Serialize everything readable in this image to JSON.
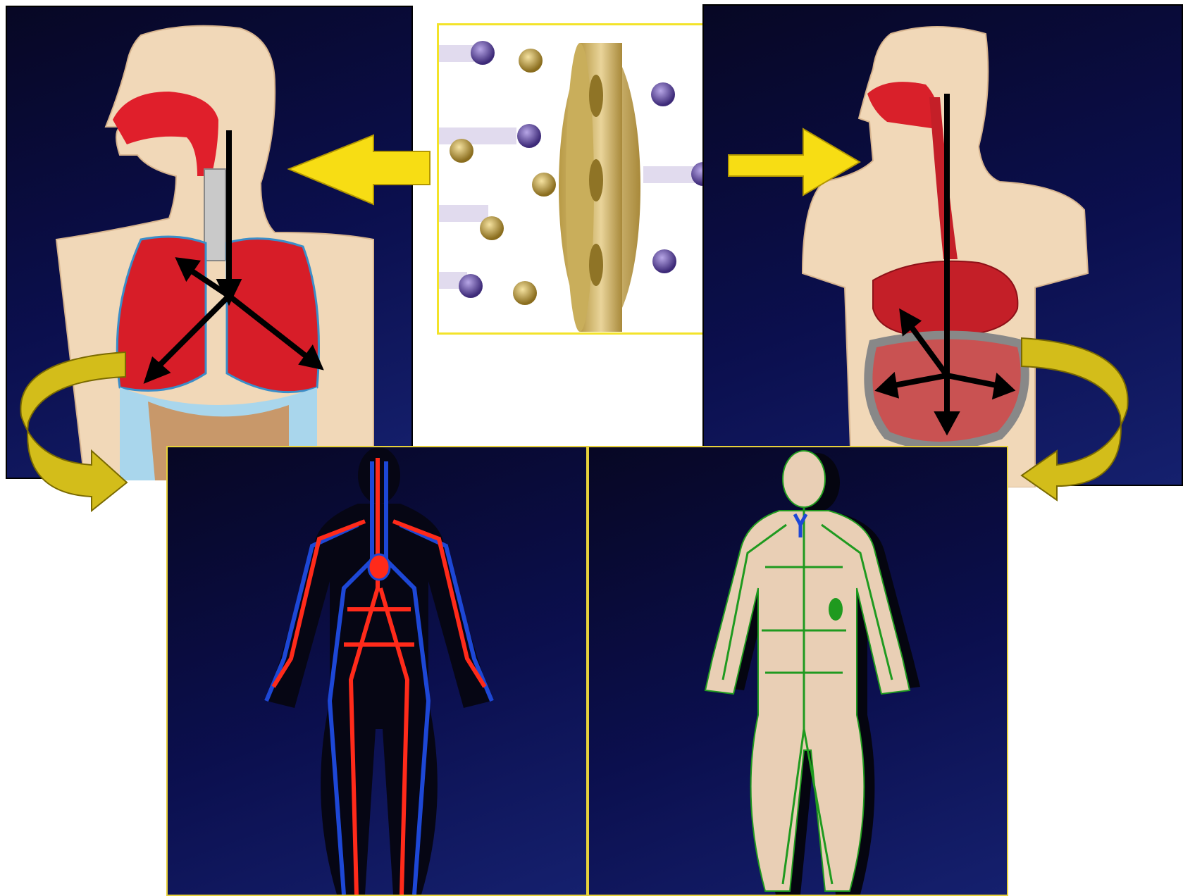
{
  "figure": {
    "panels": [
      {
        "id": "respiratory",
        "icon": "respiratory-system-icon"
      },
      {
        "id": "membrane",
        "icon": "cell-membrane-transport-icon"
      },
      {
        "id": "digestive",
        "icon": "digestive-system-icon"
      },
      {
        "id": "circulatory",
        "icon": "circulatory-system-icon"
      },
      {
        "id": "lymphatic",
        "icon": "lymphatic-system-icon"
      }
    ],
    "colors": {
      "panel_background": "#0b0f4e",
      "arrow_yellow": "#f7dd14",
      "curved_arrow": "#c9b514",
      "artery_red": "#ff2a1a",
      "vein_blue": "#1d47d6",
      "lymph_green": "#1f9a1f",
      "skin": "#f1d8b8",
      "organ_red": "#d9202a"
    }
  }
}
